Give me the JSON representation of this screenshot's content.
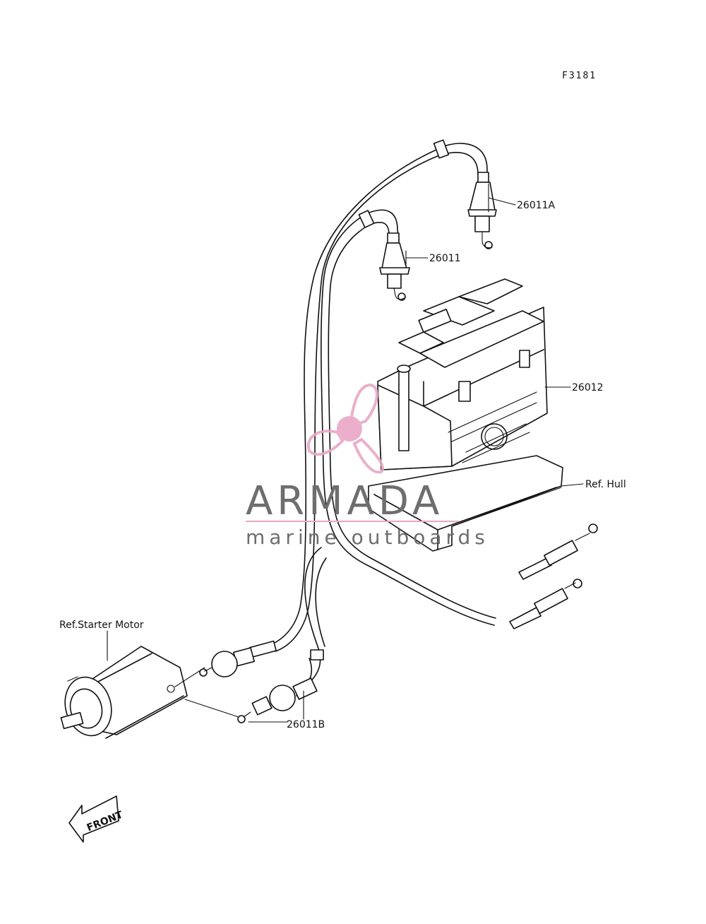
{
  "diagram": {
    "code": "F3181",
    "labels": {
      "cable_a": "26011A",
      "cable": "26011",
      "battery": "26012",
      "hull": "Ref. Hull",
      "starter": "Ref.Starter Motor",
      "cable_b": "26011B"
    },
    "front_label": "FRONT"
  },
  "watermark": {
    "title": "ARMADA",
    "subtitle": "marine outboards",
    "logo_color": "#e9a7c6",
    "text_color": "#6e6e6e"
  }
}
